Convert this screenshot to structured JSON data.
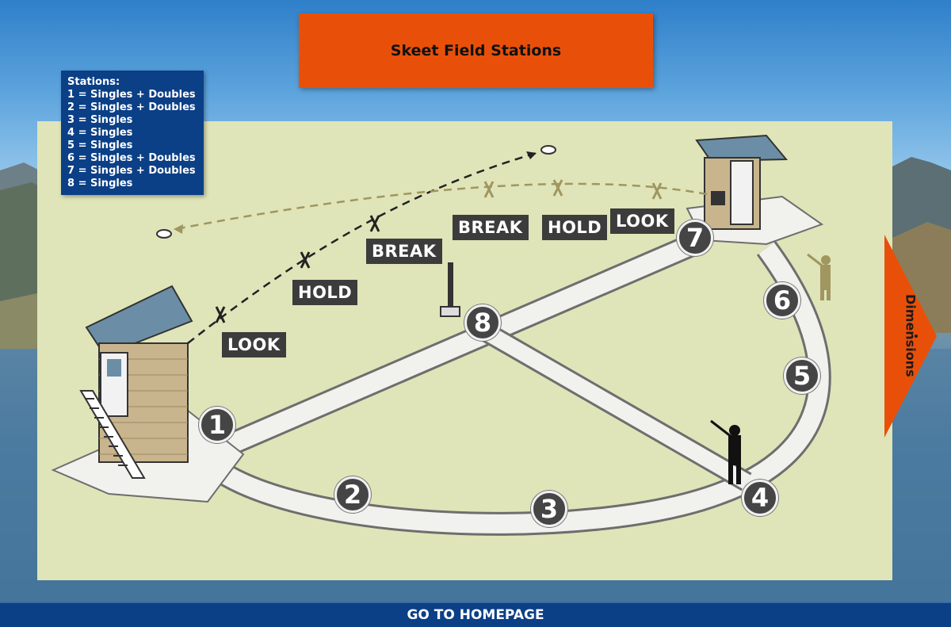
{
  "page": {
    "title": "Skeet Field Stations",
    "home_link": "GO TO HOMEPAGE",
    "dimensions_link": "Dimensions",
    "dimensions_dot": "."
  },
  "legend": {
    "heading": "Stations:",
    "items": [
      "1 = Singles + Doubles",
      "2 = Singles + Doubles",
      "3 = Singles",
      "4 = Singles",
      "5 = Singles",
      "6 = Singles + Doubles",
      "7 = Singles + Doubles",
      "8 = Singles"
    ]
  },
  "diagram": {
    "high_house_tags": [
      "LOOK",
      "HOLD",
      "BREAK"
    ],
    "low_house_tags": [
      "BREAK",
      "HOLD",
      "LOOK"
    ],
    "stations": [
      "1",
      "2",
      "3",
      "4",
      "5",
      "6",
      "7",
      "8"
    ]
  },
  "colors": {
    "title_bg": "#e8500a",
    "legend_bg": "#0b3f86",
    "field_bg": "#dfe5b8",
    "tag_bg": "#3c3c3c",
    "walkway": "#f1f1ee"
  }
}
